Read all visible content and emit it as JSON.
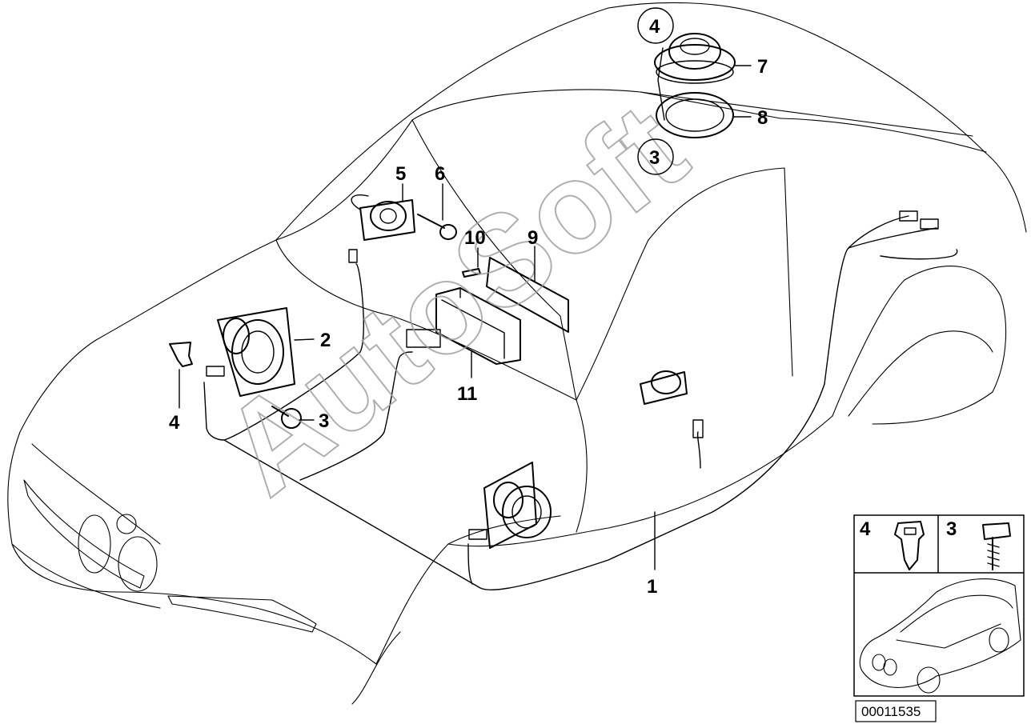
{
  "diagram": {
    "id_label": "00011535",
    "watermark": "AutoSoft",
    "callouts": {
      "p1": "1",
      "p2": "2",
      "p3_left": "3",
      "p3_top": "3",
      "p4_left": "4",
      "p4_top": "4",
      "p5": "5",
      "p6": "6",
      "p7": "7",
      "p8": "8",
      "p9": "9",
      "p10": "10",
      "p11": "11"
    },
    "legend": {
      "clip_label": "4",
      "screw_label": "3"
    }
  }
}
